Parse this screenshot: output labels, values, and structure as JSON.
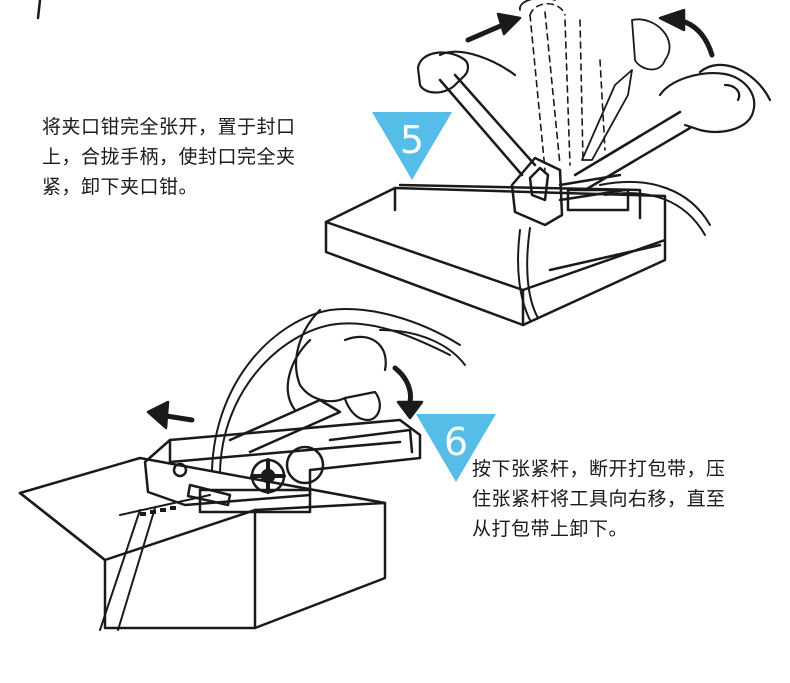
{
  "colors": {
    "badge_fill": "#55bde8",
    "badge_text": "#ffffff",
    "text": "#1a1a1a",
    "line_art": "#1a1a1a"
  },
  "steps": [
    {
      "number": "5",
      "lines": [
        "将夹口钳完全张开，置于封口",
        "上，合拢手柄，使封口完全夹",
        "紧，卸下夹口钳。"
      ]
    },
    {
      "number": "6",
      "lines": [
        "按下张紧杆，断开打包带，压",
        "住张紧杆将工具向右移，直至",
        "从打包带上卸下。"
      ]
    }
  ],
  "icons": {
    "arrows": "curved-direction-arrow-icon",
    "hands": "hand-icon"
  }
}
